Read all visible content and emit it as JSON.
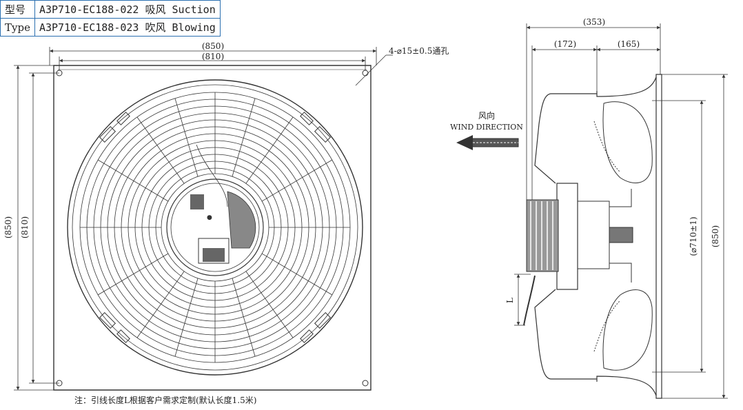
{
  "model_table": {
    "rows": [
      {
        "label": "型号",
        "value": "A3P710-EC188-022 吸风 Suction"
      },
      {
        "label": "Type",
        "value": "A3P710-EC188-023 吹风 Blowing"
      }
    ]
  },
  "front_view": {
    "dim_overall": "(850)",
    "dim_holes": "(810)",
    "dim_overall_vertical": "(850)",
    "dim_holes_vertical": "(810)",
    "hole_callout": "4-⌀15±0.5通孔"
  },
  "side_view": {
    "dim_depth": "(353)",
    "dim_motor": "(172)",
    "dim_ring": "(165)",
    "dim_impeller": "(⌀710±1)",
    "dim_height": "(850)",
    "lead_length_label": "L",
    "wind_label_cn": "风向",
    "wind_label_en": "WIND DIRECTION"
  },
  "note": "注：引线长度L根据客户需求定制(默认长度1.5米)",
  "colors": {
    "line": "#333333",
    "table_border": "#2a6fb0",
    "arrow": "#333333"
  }
}
